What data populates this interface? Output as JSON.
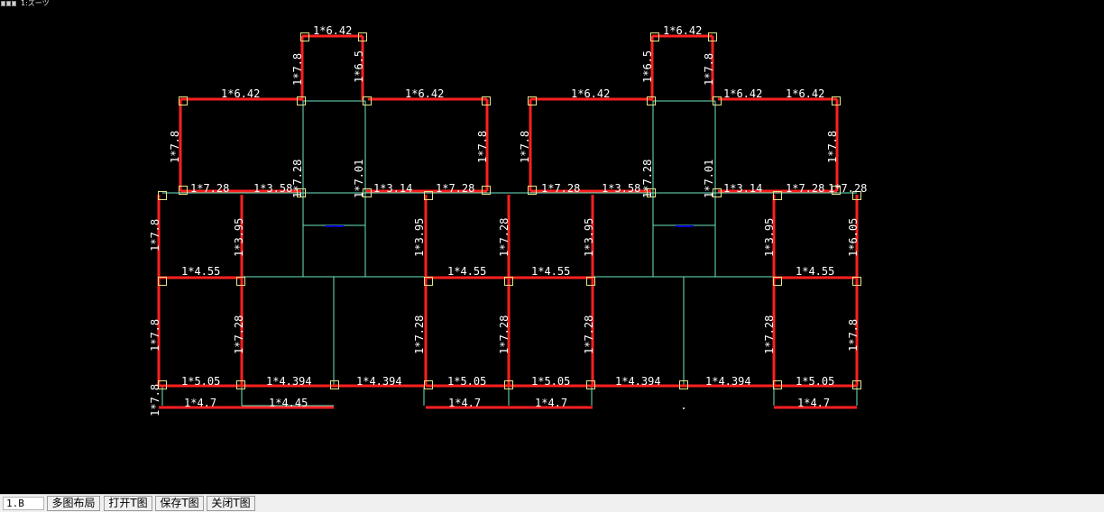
{
  "window": {
    "title": "1:ズーツ"
  },
  "drawing": {
    "colors": {
      "background": "#000000",
      "beam": "#ff2020",
      "column": "#e6e68a",
      "grid": "#6ee8c4",
      "text": "#ffffff",
      "accent": "#0000cc"
    },
    "labels": [
      "1*6.42",
      "1*6.42",
      "1*6.42",
      "1*6.42",
      "1*6.42",
      "1*6.42",
      "1*6.42",
      "1*7.8",
      "1*6.5",
      "1*6.5",
      "1*7.8",
      "1*7.8",
      "1*7.8",
      "1*7.8",
      "1*7.8",
      "1*7.28",
      "1*3.58",
      "1*3.14",
      "1*7.28",
      "1*7.28",
      "1*3.58",
      "1*3.14",
      "1*7.28",
      "1*7.28",
      "1*7.28",
      "1*7.01",
      "1*7.28",
      "1*7.01",
      "1*7.8",
      "1*3.95",
      "1*3.95",
      "1*7.28",
      "1*3.95",
      "1*3.95",
      "1*6.05",
      "1*4.55",
      "1*4.55",
      "1*4.55",
      "1*4.55",
      "1*7.8",
      "1*7.28",
      "1*7.28",
      "1*7.28",
      "1*7.28",
      "1*7.28",
      "1*7.8",
      "1*5.05",
      "1*4.394",
      "1*4.394",
      "1*5.05",
      "1*5.05",
      "1*4.394",
      "1*4.394",
      "1*5.05",
      "1*4.7",
      "1*4.45",
      "1*4.7",
      "1*4.7",
      "1*4.7",
      "1*7.8"
    ]
  },
  "statusbar": {
    "layer_value": "1.B",
    "buttons": [
      "多图布局",
      "打开T图",
      "保存T图",
      "关闭T图"
    ]
  }
}
